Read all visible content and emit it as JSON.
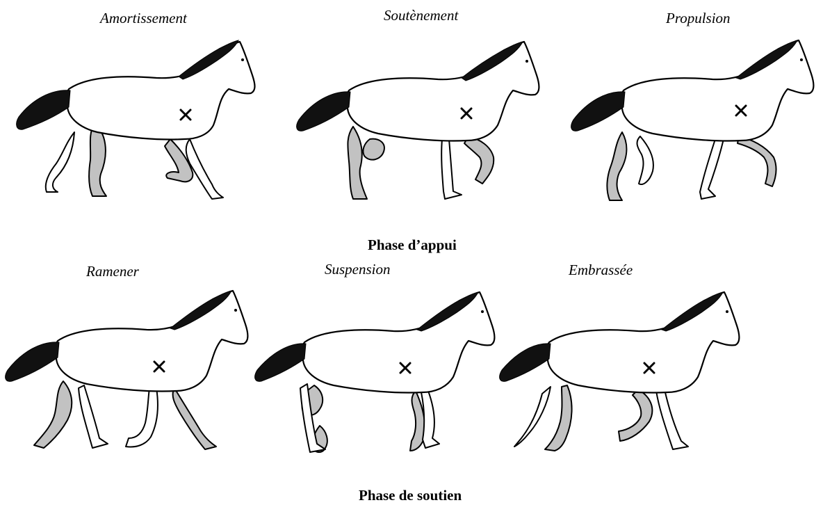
{
  "phases": [
    {
      "title": "Phase d’appui",
      "items": [
        {
          "label": "Amortissement",
          "shaded_legs": [
            "hind-near",
            "fore-far"
          ]
        },
        {
          "label": "Soutènement",
          "shaded_legs": [
            "hind-near",
            "fore-far"
          ]
        },
        {
          "label": "Propulsion",
          "shaded_legs": [
            "hind-near",
            "fore-far"
          ]
        }
      ]
    },
    {
      "title": "Phase de soutien",
      "items": [
        {
          "label": "Ramener",
          "shaded_legs": [
            "hind-near",
            "fore-far"
          ]
        },
        {
          "label": "Suspension",
          "shaded_legs": [
            "hind-near",
            "fore-far"
          ]
        },
        {
          "label": "Embrassée",
          "shaded_legs": [
            "hind-near",
            "fore-far"
          ]
        }
      ]
    }
  ],
  "colors": {
    "shaded_leg": "#c2c2c2",
    "mane_tail": "#111111",
    "outline": "#000000"
  },
  "marker": "×"
}
